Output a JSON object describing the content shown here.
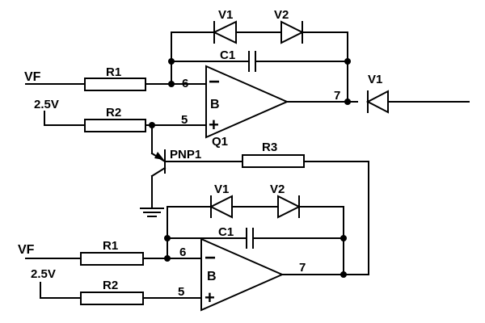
{
  "circuit": {
    "top": {
      "input_label": "VF",
      "ref_label": "2.5V",
      "r1": "R1",
      "r2": "R2",
      "c1": "C1",
      "v1": "V1",
      "v2": "V2",
      "opamp_label": "B",
      "opamp_name": "Q1",
      "pin_inv": "6",
      "pin_noninv": "5",
      "pin_out": "7",
      "minus": "−",
      "plus": "+"
    },
    "output_diode": "V1",
    "transistor": "PNP1",
    "r3": "R3",
    "bottom": {
      "input_label": "VF",
      "ref_label": "2.5V",
      "r1": "R1",
      "r2": "R2",
      "c1": "C1",
      "v1": "V1",
      "v2": "V2",
      "opamp_label": "B",
      "pin_inv": "6",
      "pin_noninv": "5",
      "pin_out": "7",
      "minus": "−",
      "plus": "+"
    }
  }
}
